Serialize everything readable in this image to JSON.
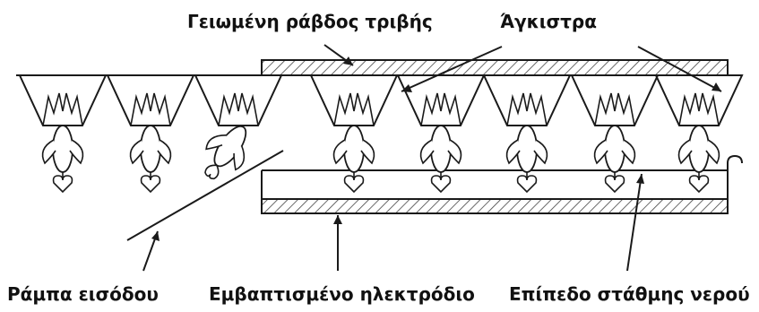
{
  "labels": {
    "grounded_rod": "Γειωμένη ράβδος τριβής",
    "hooks": "Άγκιστρα",
    "entry_ramp": "Ράμπα εισόδου",
    "submerged_electrode": "Εμβαπτισμένο ηλεκτρόδιο",
    "water_level": "Επίπεδο στάθμης νερού"
  },
  "colors": {
    "line": "#1a1a1a",
    "hatch": "#444444",
    "background": "#ffffff"
  }
}
